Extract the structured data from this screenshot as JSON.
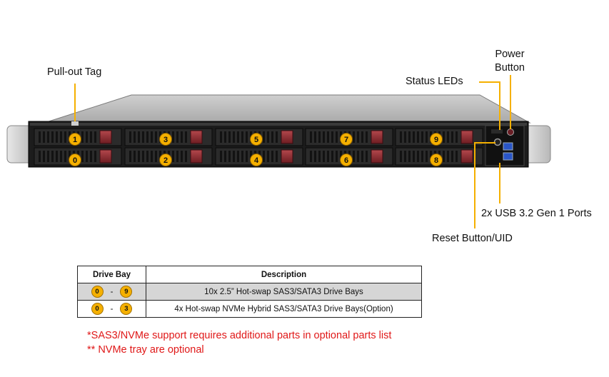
{
  "callouts": {
    "pull_out_tag": "Pull-out Tag",
    "status_leds": "Status LEDs",
    "power_button_line1": "Power",
    "power_button_line2": "Button",
    "usb_ports": "2x USB 3.2 Gen 1 Ports",
    "reset_button": "Reset Button/UID"
  },
  "drive_bays": {
    "top_row": [
      "1",
      "3",
      "5",
      "7",
      "9"
    ],
    "bottom_row": [
      "0",
      "2",
      "4",
      "6",
      "8"
    ]
  },
  "table": {
    "header_bay": "Drive Bay",
    "header_desc": "Description",
    "rows": [
      {
        "from": "0",
        "sep": "-",
        "to": "9",
        "description": "10x 2.5” Hot-swap  SAS3/SATA3 Drive  Bays"
      },
      {
        "from": "0",
        "sep": "-",
        "to": "3",
        "description": "4x Hot-swap NVMe Hybrid SAS3/SATA3 Drive  Bays(Option)"
      }
    ]
  },
  "notes": {
    "note1": "*SAS3/NVMe support requires additional parts in optional parts list",
    "note2": "** NVMe tray are optional"
  },
  "colors": {
    "badge": "#f5b000",
    "leader": "#f5b000",
    "note_red": "#e01818",
    "chassis_dark": "#1c1c1c",
    "drive_latch": "#8a2a2e"
  }
}
